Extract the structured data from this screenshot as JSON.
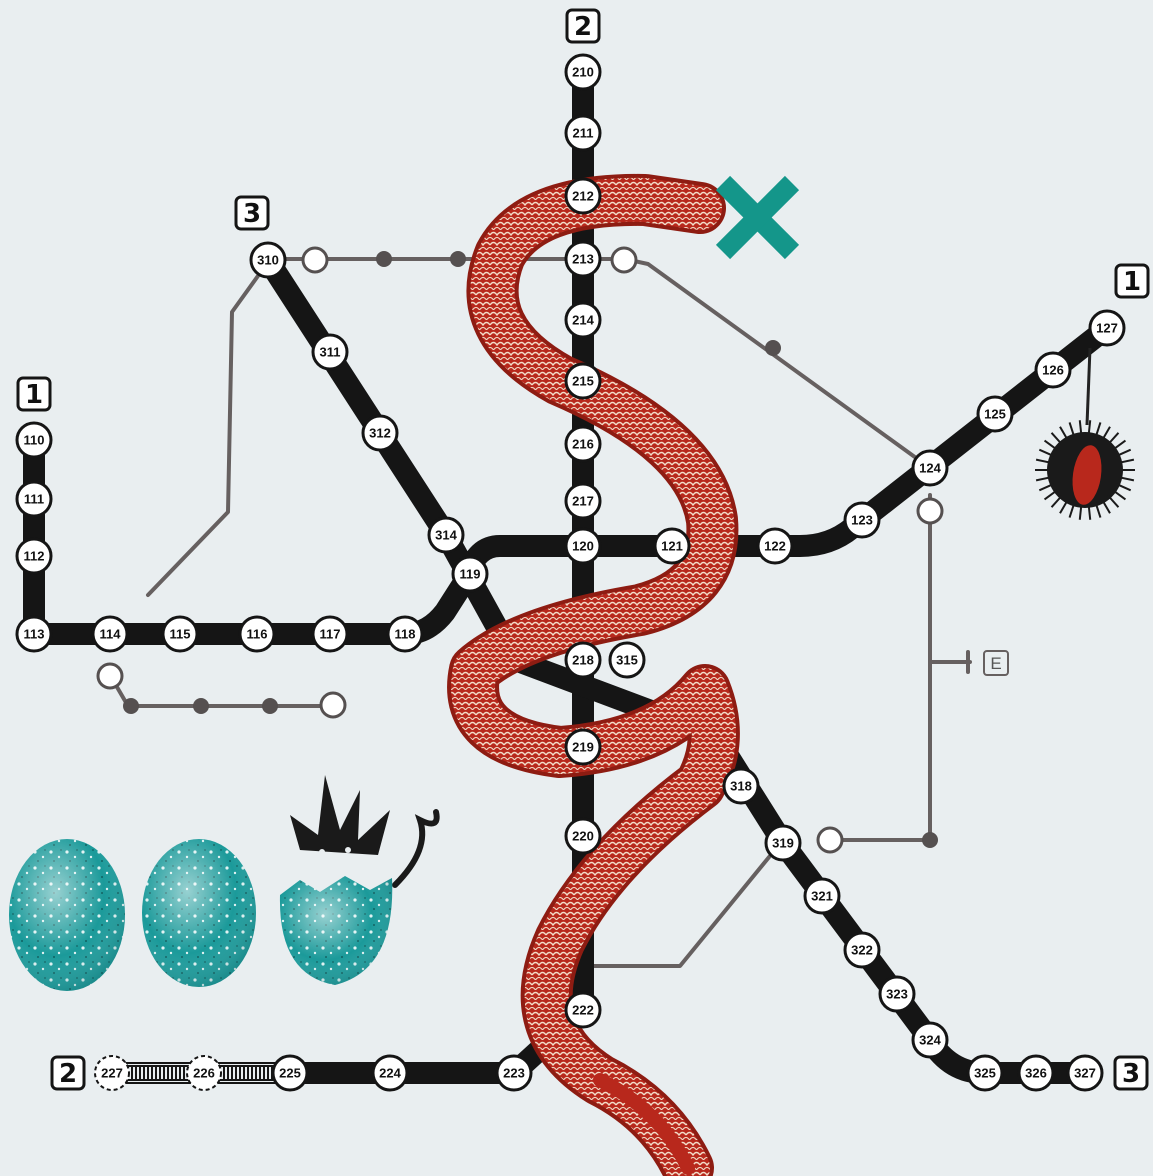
{
  "map": {
    "line_badges": [
      {
        "id": "badge-1-west",
        "label": "1"
      },
      {
        "id": "badge-1-east",
        "label": "1"
      },
      {
        "id": "badge-2-north",
        "label": "2"
      },
      {
        "id": "badge-2-south",
        "label": "2"
      },
      {
        "id": "badge-3-west",
        "label": "3"
      },
      {
        "id": "badge-3-east",
        "label": "3"
      }
    ],
    "exit_label": "E",
    "stations": [
      "110",
      "111",
      "112",
      "113",
      "114",
      "115",
      "116",
      "117",
      "118",
      "119",
      "120",
      "121",
      "122",
      "123",
      "124",
      "125",
      "126",
      "127",
      "210",
      "211",
      "212",
      "213",
      "214",
      "215",
      "216",
      "217",
      "218",
      "219",
      "220",
      "222",
      "223",
      "224",
      "225",
      "226",
      "227",
      "310",
      "311",
      "312",
      "314",
      "315",
      "318",
      "319",
      "321",
      "322",
      "323",
      "324",
      "325",
      "326",
      "327"
    ],
    "closed_stations": [
      "226",
      "227"
    ],
    "colors": {
      "background": "#e9eef0",
      "line": "#151515",
      "connector": "#666060",
      "snake": "#b8281c",
      "snake_pattern": "#f2dcc8",
      "marker_x": "#14968a",
      "eggs": "#1b9a9a",
      "creature": "#1a1a1a"
    },
    "icons": [
      "x-marker-icon",
      "snake-icon",
      "chestnut-icon",
      "egg-icon",
      "hatching-creature-icon"
    ]
  }
}
